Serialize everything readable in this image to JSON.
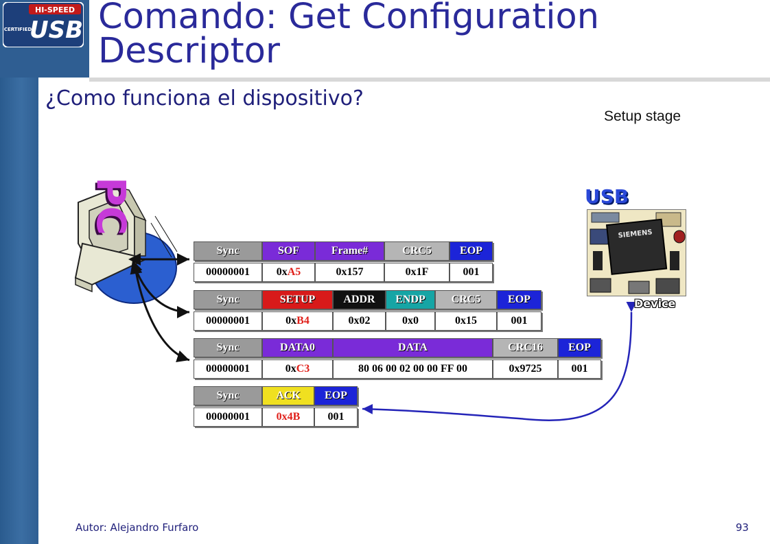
{
  "title": "Comando: Get Configuration Descriptor",
  "subtitle": "¿Como funciona el dispositivo?",
  "stage_label": "Setup stage",
  "usb_label": "USB",
  "device_label": "Device",
  "pc_label": "PC",
  "device_chip_text": "SIEMENS",
  "logo": {
    "top": "HI-SPEED",
    "side": "CERTIFIED",
    "main": "USB"
  },
  "footer": {
    "author": "Autor: Alejandro Furfaro",
    "page": "93"
  },
  "colors": {
    "title": "#2a2a9a",
    "sidebar": "#2f5e92",
    "usb_accent": "#2a48d8",
    "arrow_blue": "#2424b8"
  },
  "packets": [
    {
      "name": "SOF",
      "headers": [
        "Sync",
        "SOF",
        "Frame#",
        "CRC5",
        "EOP"
      ],
      "values": [
        [
          "00000001",
          ""
        ],
        [
          "0x",
          "A5"
        ],
        [
          "0x157",
          ""
        ],
        [
          "0x1F",
          ""
        ],
        [
          "001",
          ""
        ]
      ]
    },
    {
      "name": "SETUP",
      "headers": [
        "Sync",
        "SETUP",
        "ADDR",
        "ENDP",
        "CRC5",
        "EOP"
      ],
      "values": [
        [
          "00000001",
          ""
        ],
        [
          "0x",
          "B4"
        ],
        [
          "0x02",
          ""
        ],
        [
          "0x0",
          ""
        ],
        [
          "0x15",
          ""
        ],
        [
          "001",
          ""
        ]
      ]
    },
    {
      "name": "DATA0",
      "headers": [
        "Sync",
        "DATA0",
        "DATA",
        "CRC16",
        "EOP"
      ],
      "values": [
        [
          "00000001",
          ""
        ],
        [
          "0x",
          "C3"
        ],
        [
          "80 06 00 02 00 00 FF 00",
          ""
        ],
        [
          "0x9725",
          ""
        ],
        [
          "001",
          ""
        ]
      ]
    },
    {
      "name": "ACK",
      "headers": [
        "Sync",
        "ACK",
        "EOP"
      ],
      "values": [
        [
          "00000001",
          ""
        ],
        [
          "",
          "0x4B"
        ],
        [
          "001",
          ""
        ]
      ]
    }
  ]
}
